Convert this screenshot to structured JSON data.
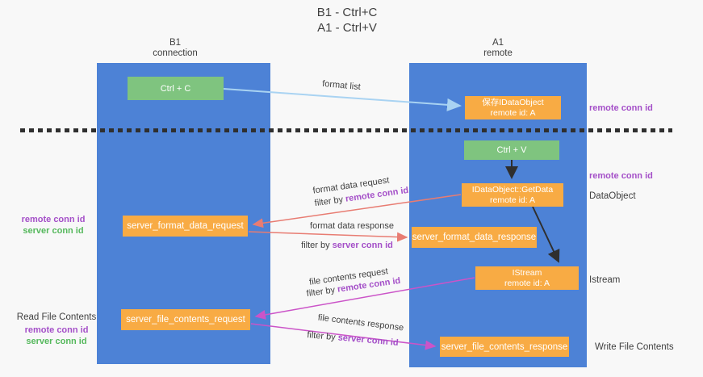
{
  "title": {
    "line1": "B1 - Ctrl+C",
    "line2": "A1 - Ctrl+V"
  },
  "columns": {
    "left": {
      "line1": "B1",
      "line2": "connection"
    },
    "right": {
      "line1": "A1",
      "line2": "remote"
    }
  },
  "boxes": {
    "ctrl_c": {
      "label": "Ctrl + C"
    },
    "ctrl_v": {
      "label": "Ctrl + V"
    },
    "save_idataobject": {
      "line1": "保存IDataObject",
      "line2": "remote id: A"
    },
    "getdata": {
      "line1": "IDataObject::GetData",
      "line2": "remote id: A"
    },
    "istream": {
      "line1": "IStream",
      "line2": "remote id: A"
    },
    "format_request": {
      "label": "server_format_data_request"
    },
    "format_response": {
      "label": "server_format_data_response"
    },
    "file_request": {
      "label": "server_file_contents_request"
    },
    "file_response": {
      "label": "server_file_contents_response"
    }
  },
  "side_labels": {
    "remote_conn_top": "remote conn id",
    "remote_conn_mid": "remote conn id",
    "dataobject": "DataObject",
    "istream": "Istream",
    "write_file": "Write File Contents",
    "read_file": "Read File Contents",
    "left_remote_1": "remote conn id",
    "left_server_1": "server conn id",
    "left_remote_2": "remote conn id",
    "left_server_2": "server conn id"
  },
  "flow_labels": {
    "format_list": "format list",
    "filter_by": "filter by ",
    "format_request": "format data request",
    "format_request_filter": "remote conn id",
    "format_response": "format data response",
    "format_response_filter": "server conn id",
    "file_request": "file contents request",
    "file_request_filter": "remote conn id",
    "file_response": "file contents response",
    "file_response_filter": "server conn id"
  },
  "colors": {
    "column_blue": "#4d82d6",
    "box_green": "#7fc47f",
    "box_orange": "#f8ab44",
    "text_dark": "#3f3f3f",
    "text_purple": "#a44fc8",
    "text_green": "#55b85c",
    "arrow_blue": "#a9d3f2",
    "arrow_salmon": "#e87c72",
    "arrow_magenta": "#cb54c8",
    "arrow_black": "#2f2f2f",
    "background": "#f8f8f8"
  }
}
